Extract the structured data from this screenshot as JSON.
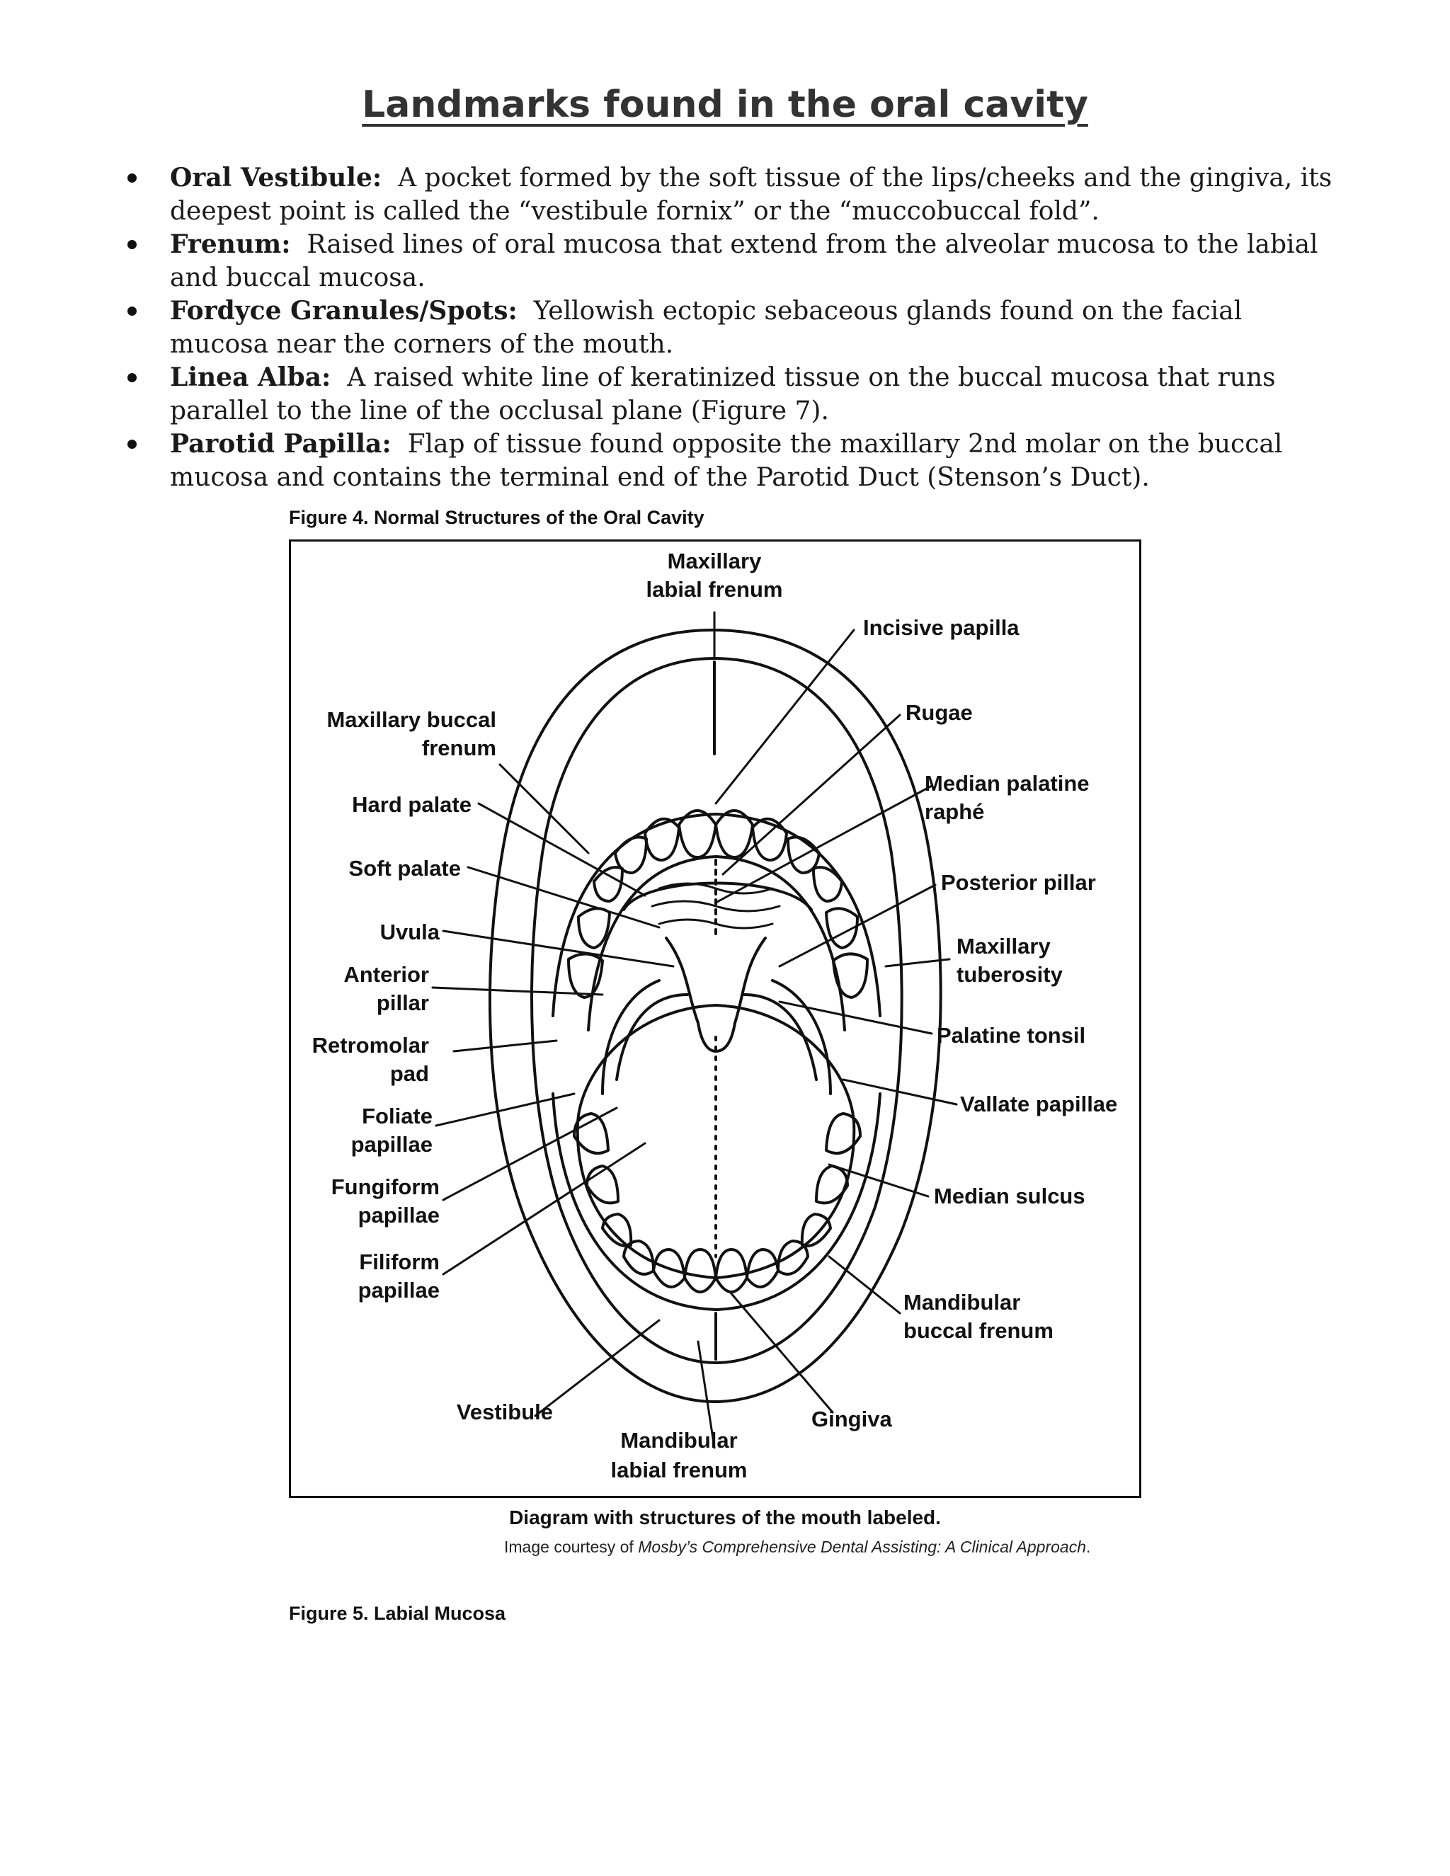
{
  "title": "Landmarks found in the oral cavity",
  "bullets": [
    {
      "term": "Oral Vestibule:",
      "text": "A pocket formed by the soft tissue of the lips/cheeks and the gingiva, its deepest point is called the “vestibule fornix” or the “muccobuccal fold”."
    },
    {
      "term": "Frenum:",
      "text": "Raised lines of oral mucosa that extend from the alveolar mucosa to the labial and buccal mucosa."
    },
    {
      "term": "Fordyce Granules/Spots:",
      "text": "Yellowish ectopic sebaceous glands found on the facial mucosa near the corners of the mouth."
    },
    {
      "term": "Linea Alba:",
      "text": "A raised white line of keratinized tissue on the buccal mucosa that runs parallel to the line of the occlusal plane (Figure 7)."
    },
    {
      "term": "Parotid Papilla:",
      "text": "Flap of tissue found opposite the maxillary 2nd molar on the buccal mucosa and contains the terminal end of the Parotid Duct (Stenson’s Duct)."
    }
  ],
  "figure4": {
    "label": "Figure 4. Normal Structures of the Oral Cavity",
    "labels": {
      "max_labial_frenum": [
        "Maxillary",
        "labial frenum"
      ],
      "incisive_papilla": [
        "Incisive papilla"
      ],
      "max_buccal_frenum": [
        "Maxillary buccal",
        "frenum"
      ],
      "rugae": [
        "Rugae"
      ],
      "hard_palate": [
        "Hard palate"
      ],
      "median_palatine_raphe": [
        "Median palatine",
        "raphé"
      ],
      "soft_palate": [
        "Soft palate"
      ],
      "posterior_pillar": [
        "Posterior pillar"
      ],
      "uvula": [
        "Uvula"
      ],
      "max_tuberosity": [
        "Maxillary",
        "tuberosity"
      ],
      "anterior_pillar": [
        "Anterior",
        "pillar"
      ],
      "palatine_tonsil": [
        "Palatine tonsil"
      ],
      "retromolar_pad": [
        "Retromolar",
        "pad"
      ],
      "vallate_papillae": [
        "Vallate papillae"
      ],
      "foliate_papillae": [
        "Foliate",
        "papillae"
      ],
      "fungiform_papillae": [
        "Fungiform",
        "papillae"
      ],
      "median_sulcus": [
        "Median sulcus"
      ],
      "filiform_papillae": [
        "Filiform",
        "papillae"
      ],
      "mand_buccal_frenum": [
        "Mandibular",
        "buccal frenum"
      ],
      "vestibule": [
        "Vestibule"
      ],
      "gingiva": [
        "Gingiva"
      ],
      "mand_labial_frenum": [
        "Mandibular",
        "labial frenum"
      ]
    },
    "caption": "Diagram with structures of the mouth labeled.",
    "credit_prefix": "Image courtesy of",
    "credit_source": "Mosby’s Comprehensive Dental Assisting: A Clinical Approach",
    "credit_suffix": "."
  },
  "figure5": {
    "label": "Figure 5. Labial Mucosa"
  }
}
